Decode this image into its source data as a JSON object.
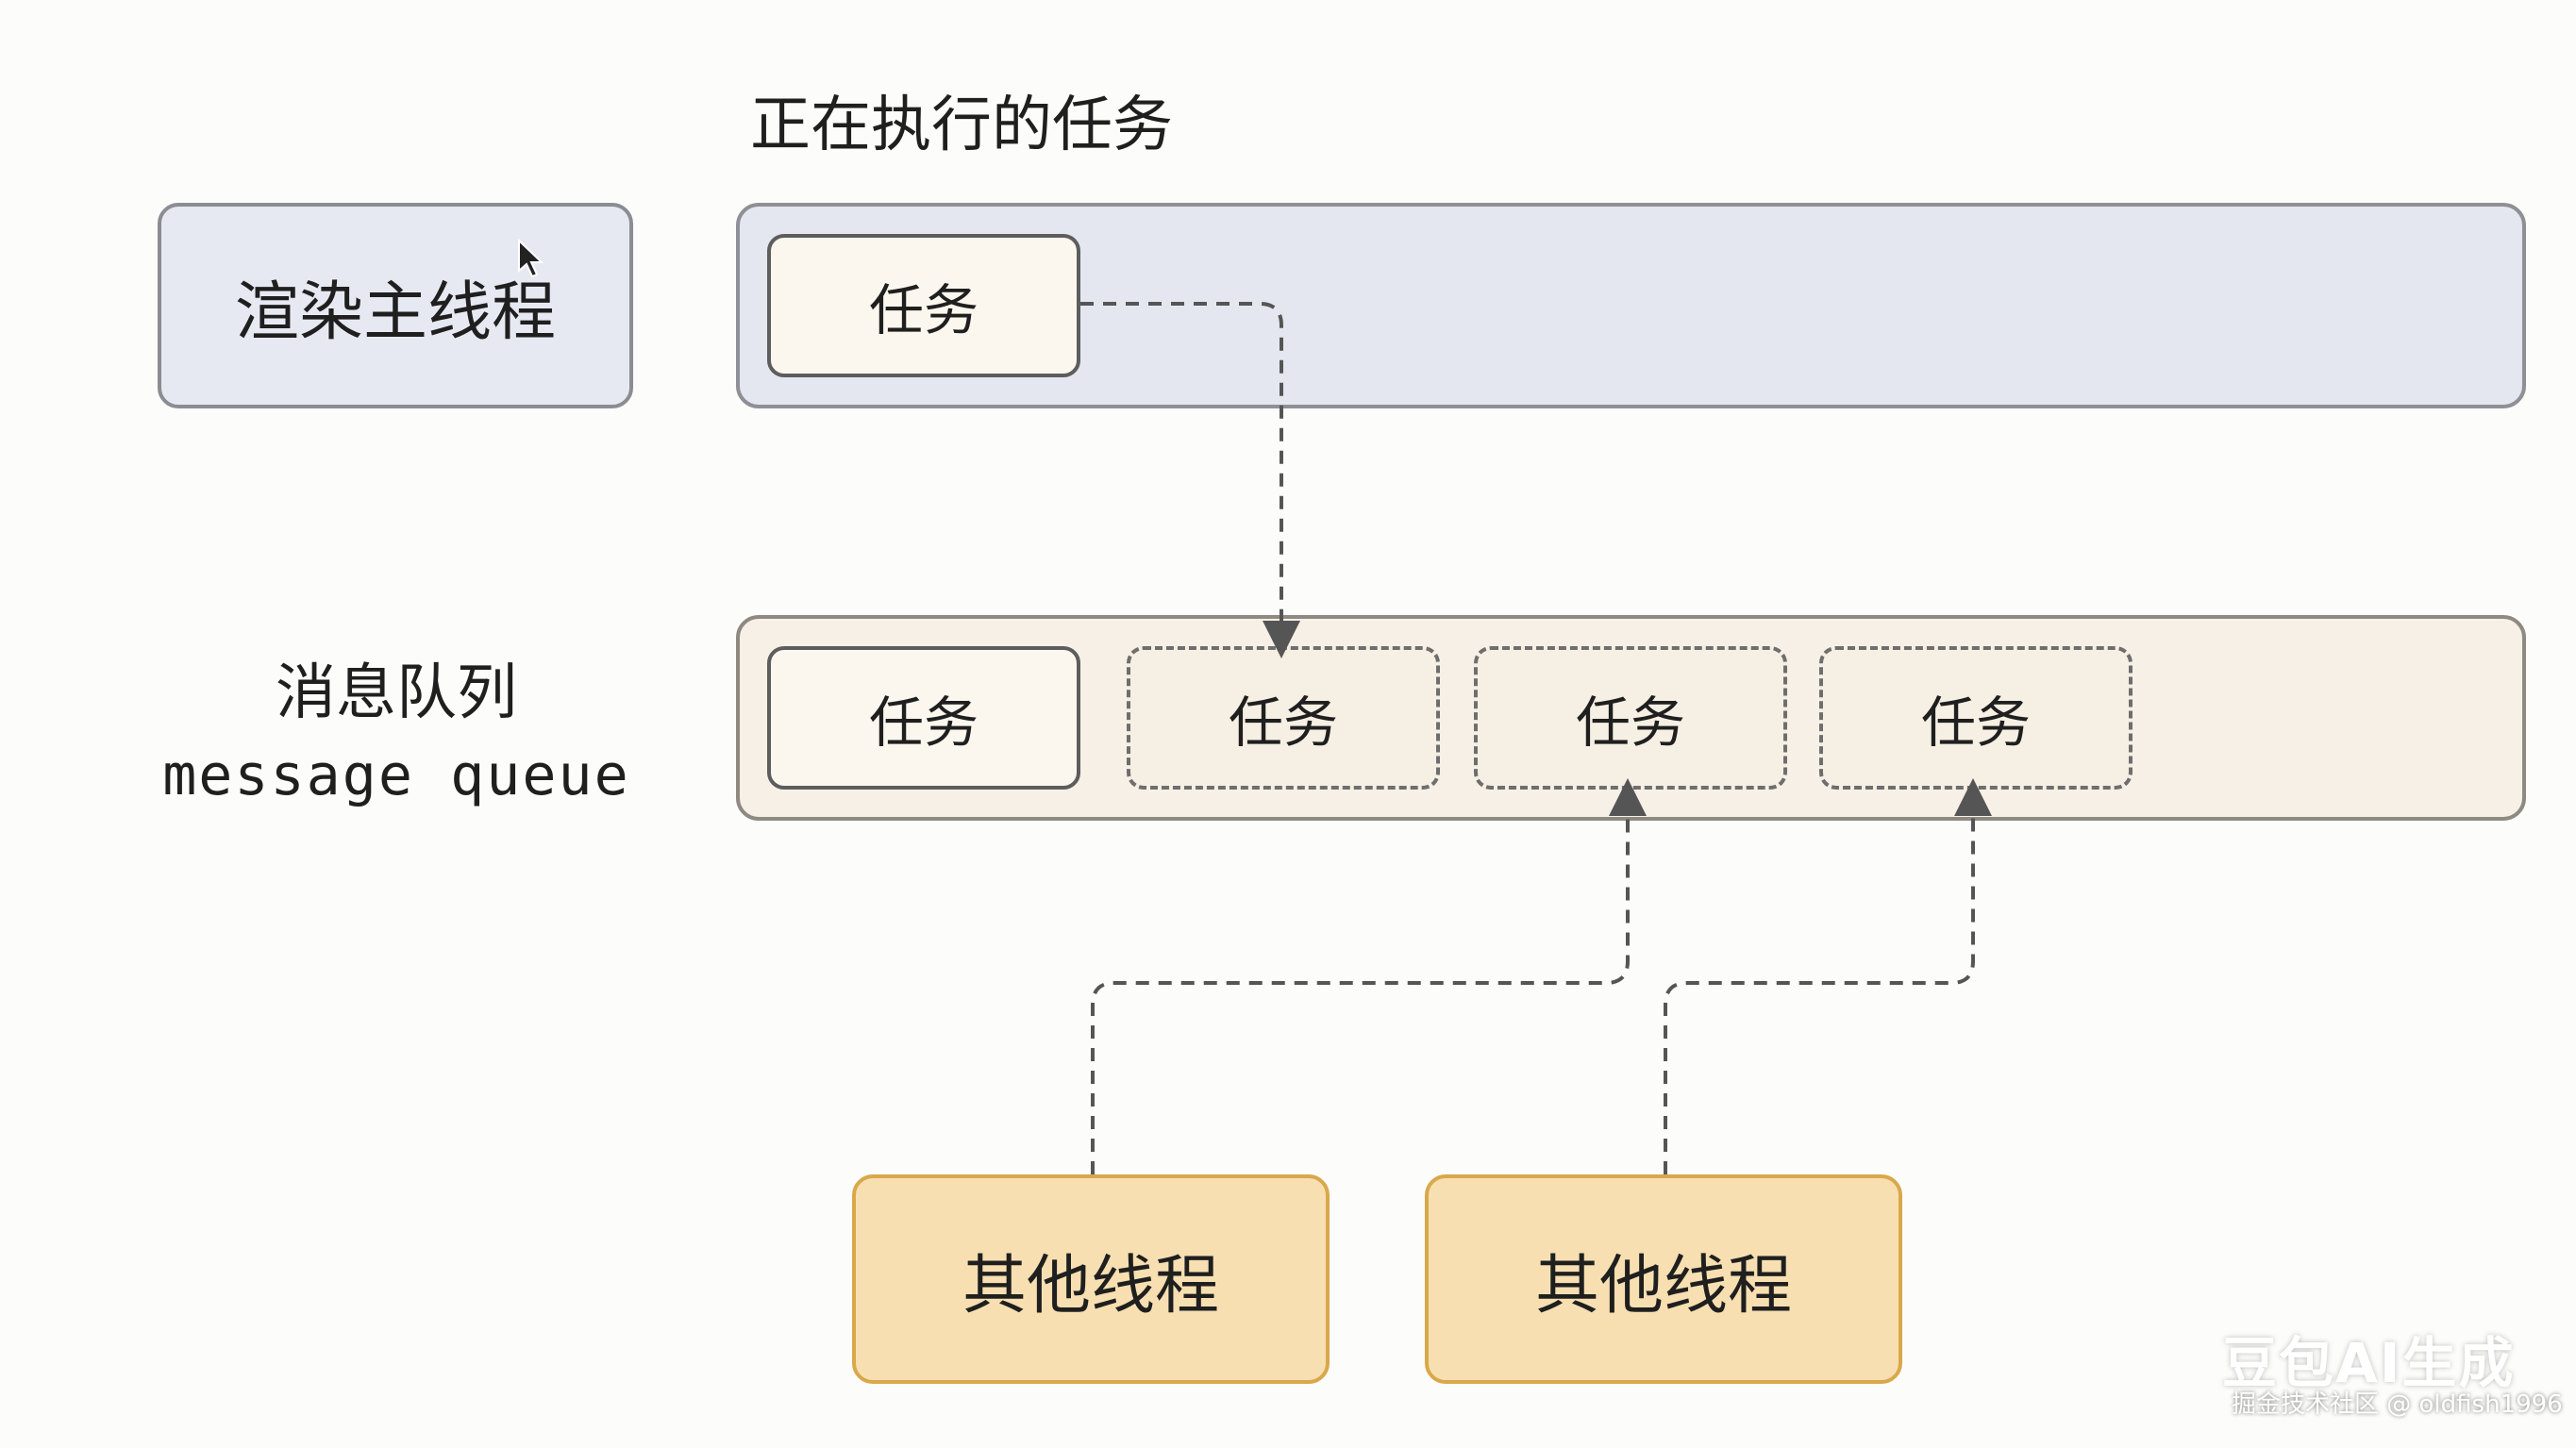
{
  "title": "正在执行的任务",
  "main_thread": {
    "label": "渲染主线程"
  },
  "executing": {
    "task_label": "任务"
  },
  "message_queue": {
    "label_zh": "消息队列",
    "label_en": "message queue",
    "tasks": [
      {
        "label": "任务",
        "style": "solid"
      },
      {
        "label": "任务",
        "style": "dashed"
      },
      {
        "label": "任务",
        "style": "dashed"
      },
      {
        "label": "任务",
        "style": "dashed"
      }
    ]
  },
  "other_threads": [
    {
      "label": "其他线程"
    },
    {
      "label": "其他线程"
    }
  ],
  "watermark": {
    "logo": "豆包AI生成",
    "text": "掘金技术社区 @ oldfish1996"
  },
  "colors": {
    "main_thread_fill": "#e7e9f2",
    "queue_fill": "#f6f0e6",
    "task_fill": "#fbf7ee",
    "other_thread_fill": "#f7dfb1",
    "other_thread_border": "#d9a84a",
    "connector": "#555555"
  }
}
